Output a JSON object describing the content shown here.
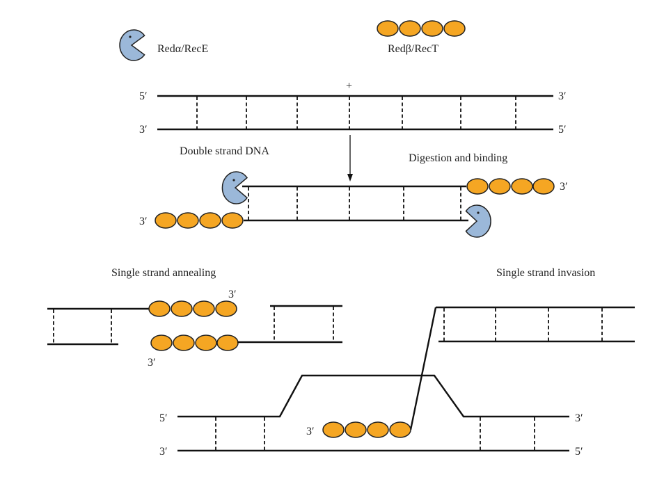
{
  "labels": {
    "exonuclease": "Redα/RecE",
    "annealing_protein": "Redβ/RecT",
    "plus_sign": "+",
    "double_strand": "Double strand DNA",
    "digestion_binding": "Digestion and binding",
    "annealing": "Single strand annealing",
    "invasion": "Single strand invasion",
    "five_prime": "5′",
    "three_prime": "3′"
  },
  "colors": {
    "protein_bead": "#f5a623",
    "exonuclease": "#9bb8d9",
    "strand": "#111111"
  },
  "icons": {
    "exonuclease": "pacman-shape",
    "annealing_protein": "bead-chain"
  }
}
